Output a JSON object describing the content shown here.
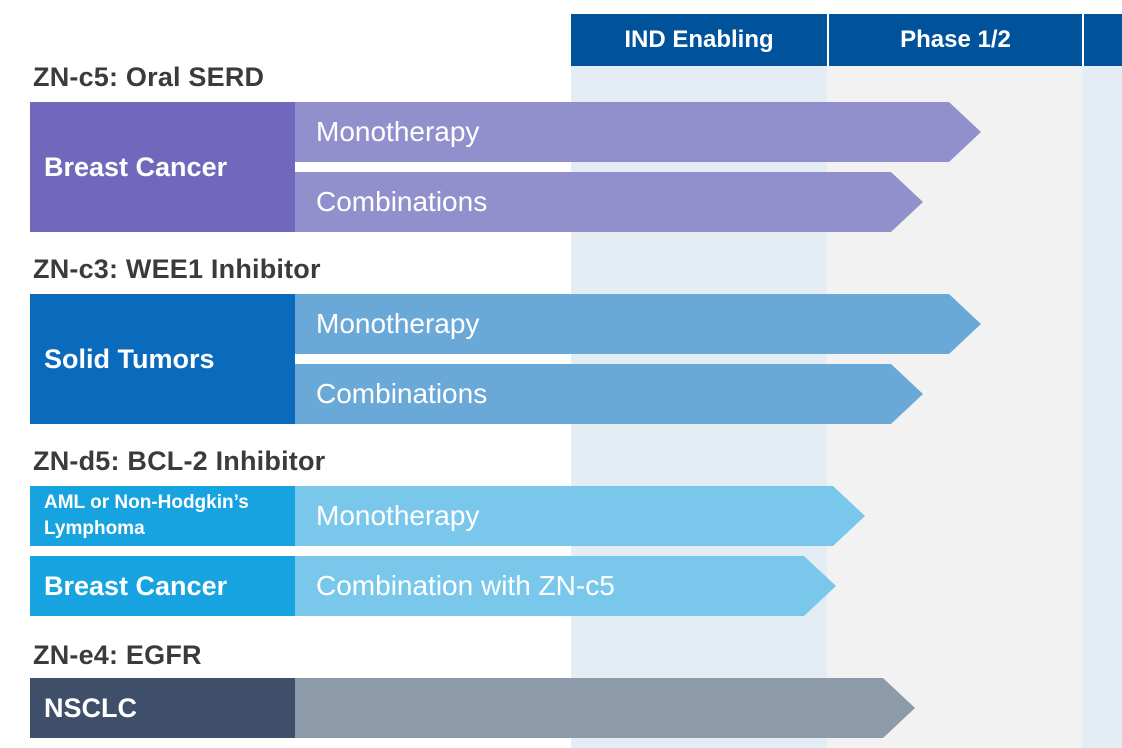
{
  "phases": [
    {
      "label": "IND Enabling"
    },
    {
      "label": "Phase 1/2"
    },
    {
      "label": ""
    }
  ],
  "colors": {
    "header_blue": "#00529b",
    "ind_column": "#e3edf3",
    "phase12_column": "#f2f2f2",
    "purple_dark": "#7168bd",
    "purple_bar": "#9290cc",
    "blue_dark": "#0a6bbd",
    "blue_bar": "#6aa8d8",
    "cyan_dark": "#17a3e0",
    "cyan_bar": "#79c8ec",
    "slate_dark": "#3f4f69",
    "slate_bar": "#8d9aaa"
  },
  "programs": [
    {
      "name": "ZN-c5:  Oral SERD",
      "indications": [
        {
          "label": "Breast Cancer",
          "bars": [
            {
              "label": "Monotherapy",
              "progress_phase": 1.6
            },
            {
              "label": "Combinations",
              "progress_phase": 1.4
            }
          ]
        }
      ]
    },
    {
      "name": "ZN-c3:  WEE1 Inhibitor",
      "indications": [
        {
          "label": "Solid Tumors",
          "bars": [
            {
              "label": "Monotherapy",
              "progress_phase": 1.6
            },
            {
              "label": "Combinations",
              "progress_phase": 1.4
            }
          ]
        }
      ]
    },
    {
      "name": "ZN-d5:  BCL-2 Inhibitor",
      "indications": [
        {
          "label": "AML or Non-Hodgkin’s Lymphoma",
          "bars": [
            {
              "label": "Monotherapy",
              "progress_phase": 1.2
            }
          ]
        },
        {
          "label": "Breast Cancer",
          "bars": [
            {
              "label": "Combination with ZN-c5",
              "progress_phase": 1.1
            }
          ]
        }
      ]
    },
    {
      "name": "ZN-e4:  EGFR",
      "indications": [
        {
          "label": "NSCLC",
          "bars": [
            {
              "label": "",
              "progress_phase": 1.3
            }
          ]
        }
      ]
    }
  ]
}
